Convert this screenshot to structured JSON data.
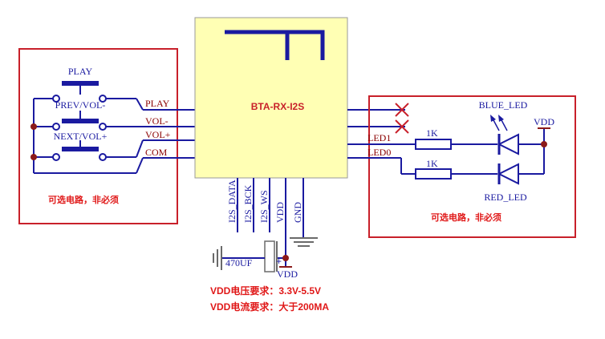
{
  "module": {
    "title": "BTA-RX-I2S"
  },
  "left_panel": {
    "switches": [
      "PLAY",
      "PREV/VOL-",
      "NEXT/VOL+"
    ],
    "note": "可选电路，非必须"
  },
  "left_pins": [
    "PLAY",
    "VOL-",
    "VOL+",
    "COM"
  ],
  "bottom_pins": [
    "I2S_DATA",
    "I2S_BCK",
    "I2S_WS",
    "VDD",
    "GND"
  ],
  "right_pins": [
    "LED1",
    "LED0"
  ],
  "right_panel": {
    "resistor_1": "1K",
    "resistor_2": "1K",
    "blue_led": "BLUE_LED",
    "red_led": "RED_LED",
    "vdd": "VDD",
    "note": "可选电路，非必须"
  },
  "power": {
    "capacitor": "470UF",
    "plus": "+",
    "vdd": "VDD",
    "req_voltage": "VDD电压要求：3.3V-5.5V",
    "req_current": "VDD电流要求：大于200MA"
  },
  "colors": {
    "wire": "#1a1aa0",
    "panel_border": "#c8202a",
    "module_fill": "#ffffb4",
    "junction": "#8b1a1a",
    "note_text": "#e01818",
    "label_text": "#8b0000",
    "cross": "#c8202a"
  }
}
